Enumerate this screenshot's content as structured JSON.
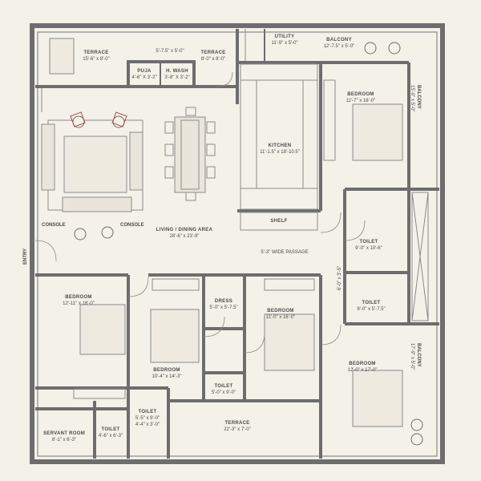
{
  "colors": {
    "wall": "#6d6d6d",
    "floor": "#f4f1e8",
    "line": "#8a8a8a",
    "accent": "#b04a4a"
  },
  "rooms": {
    "terrace_top": {
      "name": "TERRACE",
      "dim": "15'-6\" x 8'-0\""
    },
    "small_top": {
      "dim": "5'-7.5\" x 5'-0\""
    },
    "terrace_top2": {
      "name": "TERRACE",
      "dim": "8'-0\" x 8'-0\""
    },
    "puja": {
      "name": "PUJA",
      "dim": "4'-6\" X 3'-2\""
    },
    "hwash": {
      "name": "H. WASH",
      "dim": "3'-8\" X 3'-2\""
    },
    "utility": {
      "name": "UTILITY",
      "dim": "11'-9\" x 5'-0\""
    },
    "balcony_top": {
      "name": "BALCONY",
      "dim": "12'-7.5\" x 5'-0\""
    },
    "bedroom_ne": {
      "name": "BEDROOM",
      "dim": "11'-7\" x 16'-0\""
    },
    "balcony_ne": {
      "name": "BALCONY",
      "dim": "15'-0\" x 5'-0\""
    },
    "kitchen": {
      "name": "KITCHEN",
      "dim": "11'-1.5\" x 18'-10.5\""
    },
    "shelf": {
      "name": "SHELF"
    },
    "living": {
      "name": "LIVING / DINING AREA",
      "dim": "28'-6\" x 23'-9\""
    },
    "console_left": {
      "name": "CONSOLE"
    },
    "console_right": {
      "name": "CONSOLE"
    },
    "entry": {
      "name": "ENTRY"
    },
    "passage": {
      "dim": "5'-3\" WIDE PASSAGE"
    },
    "toilet_e1": {
      "name": "TOILET",
      "dim": "9'-0\" x 10'-6\""
    },
    "toilet_e2": {
      "name": "TOILET",
      "dim": "9'-0\" x 5'-7.5\""
    },
    "small_e": {
      "dim": "6'-0\" x 3'-5\""
    },
    "bedroom_w": {
      "name": "BEDROOM",
      "dim": "12'-11\" x 16'-0\""
    },
    "bedroom_c": {
      "name": "BEDROOM",
      "dim": "10'-4\" x 14'-3\""
    },
    "dress": {
      "name": "DRESS",
      "dim": "5'-0\" x 5'-7.5\""
    },
    "bedroom_m": {
      "name": "BEDROOM",
      "dim": "11'-0\" x 16'-0\""
    },
    "toilet_m": {
      "name": "TOILET",
      "dim": "5'-0\" x 9'-0\""
    },
    "bedroom_se": {
      "name": "BEDROOM",
      "dim": "12'-0\" x 17'-0\""
    },
    "balcony_se": {
      "name": "BALCONY",
      "dim": "17'-9\" x 5'-0\""
    },
    "toilet_c": {
      "name": "TOILET",
      "dim": "5'-5\" x 9'-0\""
    },
    "small_c": {
      "dim": "4'-4\" x 3'-0\""
    },
    "servant": {
      "name": "SERVANT ROOM",
      "dim": "8'-1\" x 6'-3\""
    },
    "toilet_s": {
      "name": "TOILET",
      "dim": "4'-6\" x 6'-3\""
    },
    "terrace_s": {
      "name": "TERRACE",
      "dim": "22'-3\" x 7'-0\""
    }
  }
}
